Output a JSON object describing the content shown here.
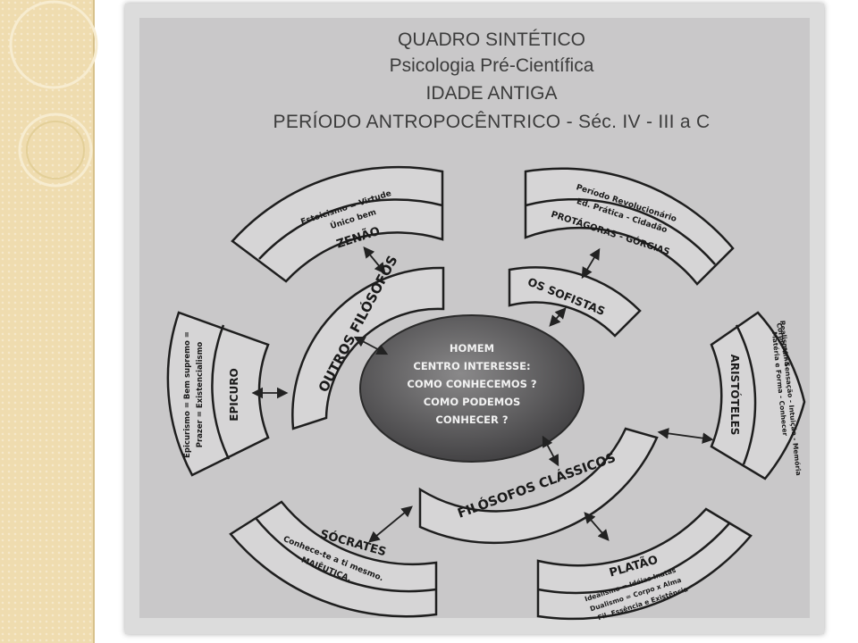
{
  "header": {
    "line1": "QUADRO SINTÉTICO",
    "line2": "Psicologia Pré-Científica",
    "line3": "IDADE ANTIGA",
    "line4": "PERÍODO ANTROPOCÊNTRICO - Séc. IV - III a C"
  },
  "center": {
    "lines": [
      "HOMEM",
      "CENTRO INTERESSE:",
      "COMO CONHECEMOS ?",
      "COMO PODEMOS",
      "CONHECER ?"
    ]
  },
  "groups": {
    "outros": "OUTROS FILÓSOFOS",
    "sofistas": "OS SOFISTAS",
    "classicos": "FILÓSOFOS CLÁSSICOS"
  },
  "philosophers": {
    "zenao": {
      "name": "ZENÃO",
      "notes": [
        "Estoicismo = Virtude",
        "Único bem"
      ]
    },
    "sofistas_outer": {
      "name": "PROTÁGORAS - GÓRGIAS",
      "notes": [
        "Período Revolucionário",
        "Ed. Prática - Cidadão"
      ]
    },
    "epicuro": {
      "name": "EPICURO",
      "notes": [
        "Epicurismo = Bem supremo =",
        "Prazer = Existencialismo"
      ]
    },
    "aristoteles": {
      "name": "ARISTÓTELES",
      "notes": [
        "Corpo Alma",
        "Matéria e Forma - Conhecer",
        "Realismo - Sensação - Intuição - Memória"
      ]
    },
    "socrates": {
      "name": "SÓCRATES",
      "notes": [
        "Conhece-te a ti mesmo.",
        "MAIÊUTICA."
      ]
    },
    "platao": {
      "name": "PLATÃO",
      "notes": [
        "Idealismo = Idéias Inatas",
        "Dualismo = Corpo x Alma",
        "Fil. Essência e Existência"
      ]
    }
  }
}
